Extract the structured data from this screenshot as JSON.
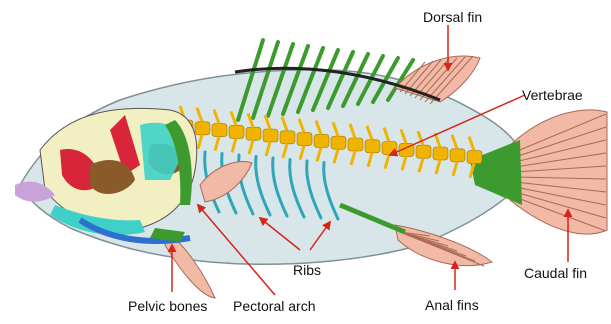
{
  "labels": {
    "dorsal_fin": "Dorsal fin",
    "vertebrae": "Vertebrae",
    "caudal_fin": "Caudal fin",
    "anal_fins": "Anal fins",
    "ribs": "Ribs",
    "pectoral_arch": "Pectoral arch",
    "pelvic_bones": "Pelvic bones"
  },
  "colors": {
    "body": "#d8e6ea",
    "body_outline": "#7f9097",
    "fin": "#f2b9a6",
    "fin_ray": "#a86a55",
    "vertebrae": "#f0b400",
    "spine_green": "#3d9a2e",
    "rib": "#2fa6b8",
    "pointer": "#d6241a",
    "skull_red": "#d9253a",
    "skull_brown": "#8a5a2b",
    "skull_cyan": "#3fd1c8",
    "skull_cream": "#f2efc2",
    "skull_purple": "#c8a2d8"
  }
}
